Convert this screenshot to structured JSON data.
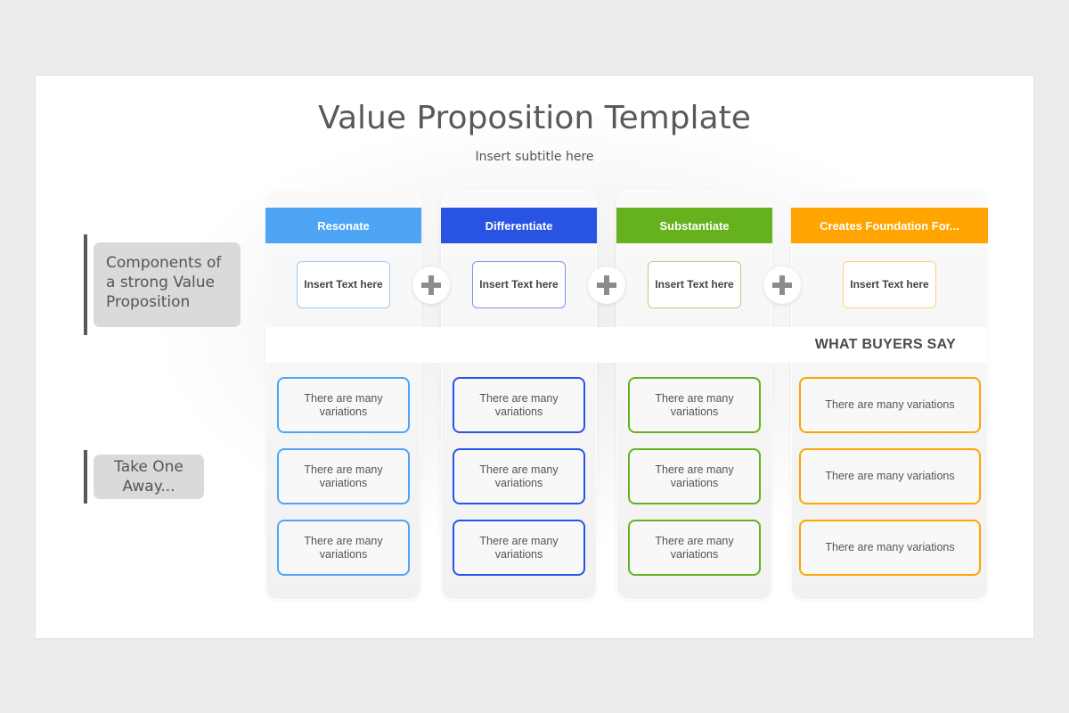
{
  "title": "Value Proposition Template",
  "subtitle": "Insert subtitle here",
  "side_labels": {
    "components": "Components of a strong Value Proposition",
    "takeaway": "Take One Away..."
  },
  "band_label": "WHAT BUYERS SAY",
  "colors": {
    "resonate": "#4ea5f5",
    "differentiate": "#2953e3",
    "substantiate": "#66b21e",
    "foundation": "#ffa400"
  },
  "columns": [
    {
      "header": "Resonate",
      "insert_text": "Insert Text here",
      "variations": [
        "There are many variations",
        "There are many variations",
        "There are many variations"
      ]
    },
    {
      "header": "Differentiate",
      "insert_text": "Insert Text here",
      "variations": [
        "There are many variations",
        "There are many variations",
        "There are many variations"
      ]
    },
    {
      "header": "Substantiate",
      "insert_text": "Insert Text here",
      "variations": [
        "There are many variations",
        "There are many variations",
        "There are many variations"
      ]
    },
    {
      "header": "Creates Foundation For...",
      "insert_text": "Insert Text here",
      "variations": [
        "There are many variations",
        "There are many variations",
        "There are many variations"
      ]
    }
  ]
}
